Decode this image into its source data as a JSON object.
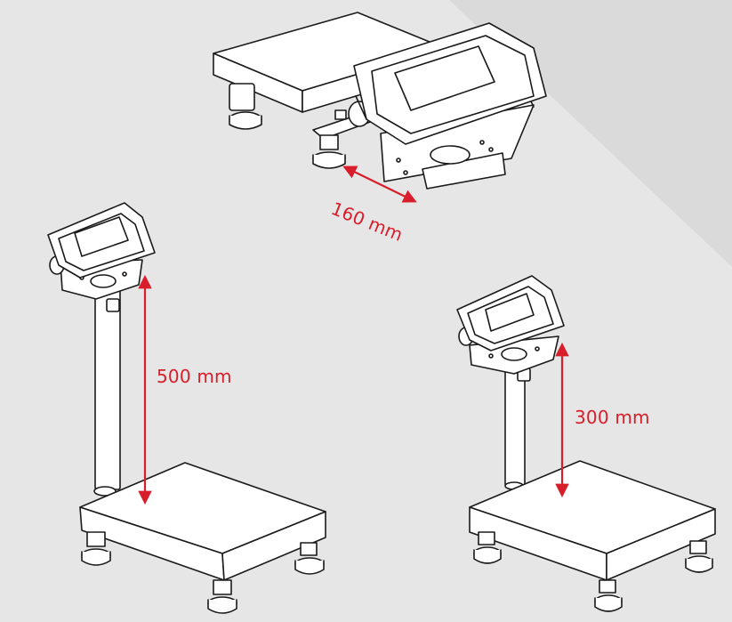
{
  "colors": {
    "background": "#e6e6e6",
    "background_band": "#dadada",
    "line": "#1a1a1a",
    "surface": "#ffffff",
    "dimension": "#d81e2a"
  },
  "dimensions": {
    "depth": "160 mm",
    "tall_column": "500 mm",
    "short_column": "300 mm"
  }
}
